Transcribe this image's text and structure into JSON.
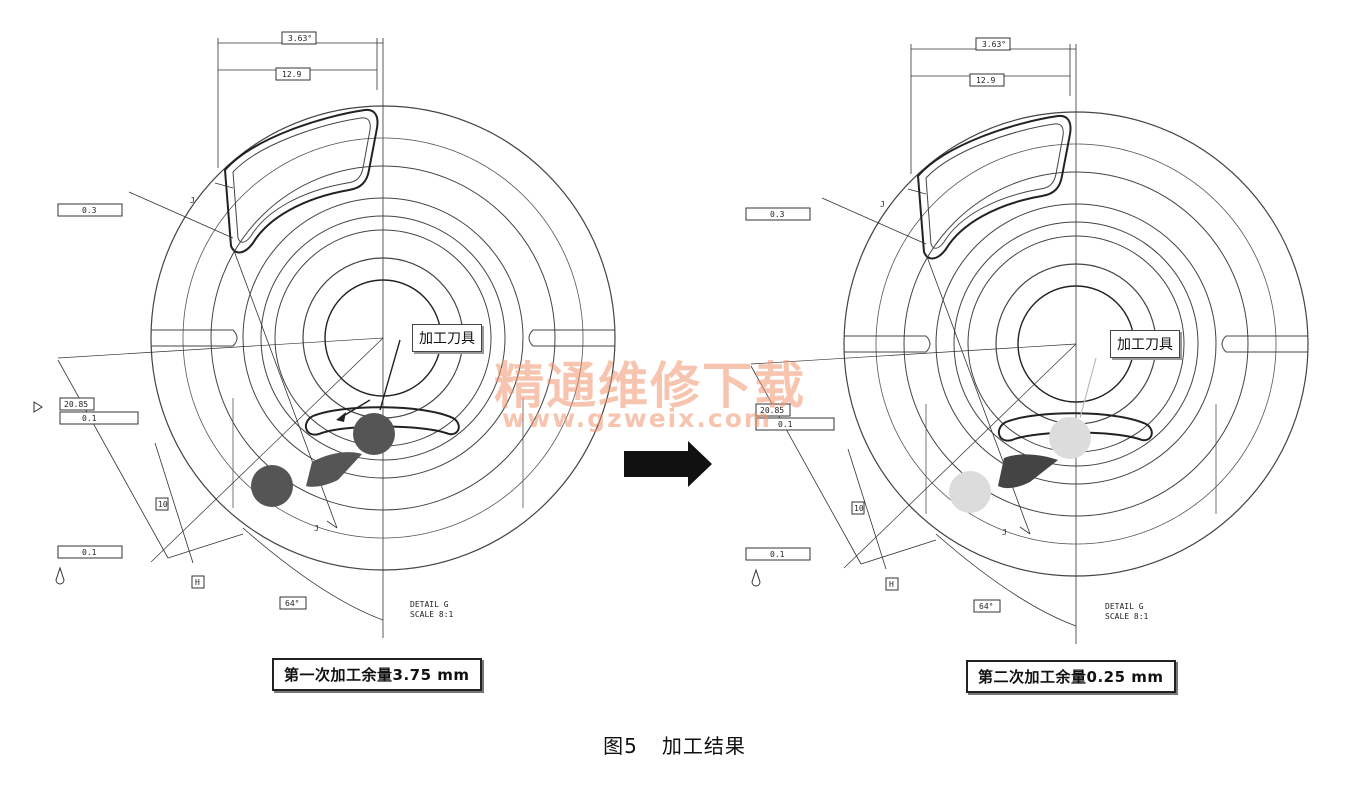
{
  "figure": {
    "number": "图5",
    "title": "加工结果"
  },
  "left_panel": {
    "caption": "第一次加工余量3.75 mm",
    "tool_label": "加工刀具",
    "dims": {
      "top_outer": "3.63°",
      "top_inner": "12.9",
      "datum_a": "0.3",
      "radius": "20.85",
      "datum_b": "0.1",
      "height": "10",
      "datum_c": "0.1",
      "angle": "64°",
      "mark_j": "J",
      "mark_h": "H"
    },
    "detail_line1": "DETAIL G",
    "detail_line2": "SCALE 8:1"
  },
  "right_panel": {
    "caption": "第二次加工余量0.25 mm",
    "tool_label": "加工刀具",
    "dims": {
      "top_outer": "3.63°",
      "top_inner": "12.9",
      "datum_a": "0.3",
      "radius": "20.85",
      "datum_b": "0.1",
      "height": "10",
      "datum_c": "0.1",
      "angle": "64°",
      "mark_j": "J",
      "mark_h": "H"
    },
    "detail_line1": "DETAIL G",
    "detail_line2": "SCALE 8:1"
  },
  "watermark": {
    "text": "精通维修下载",
    "url": "www.gzweix.com"
  },
  "colors": {
    "line": "#222222",
    "tool_dark": "#555555",
    "tool_light": "#d8d8d8",
    "watermark": "#f0966e"
  }
}
